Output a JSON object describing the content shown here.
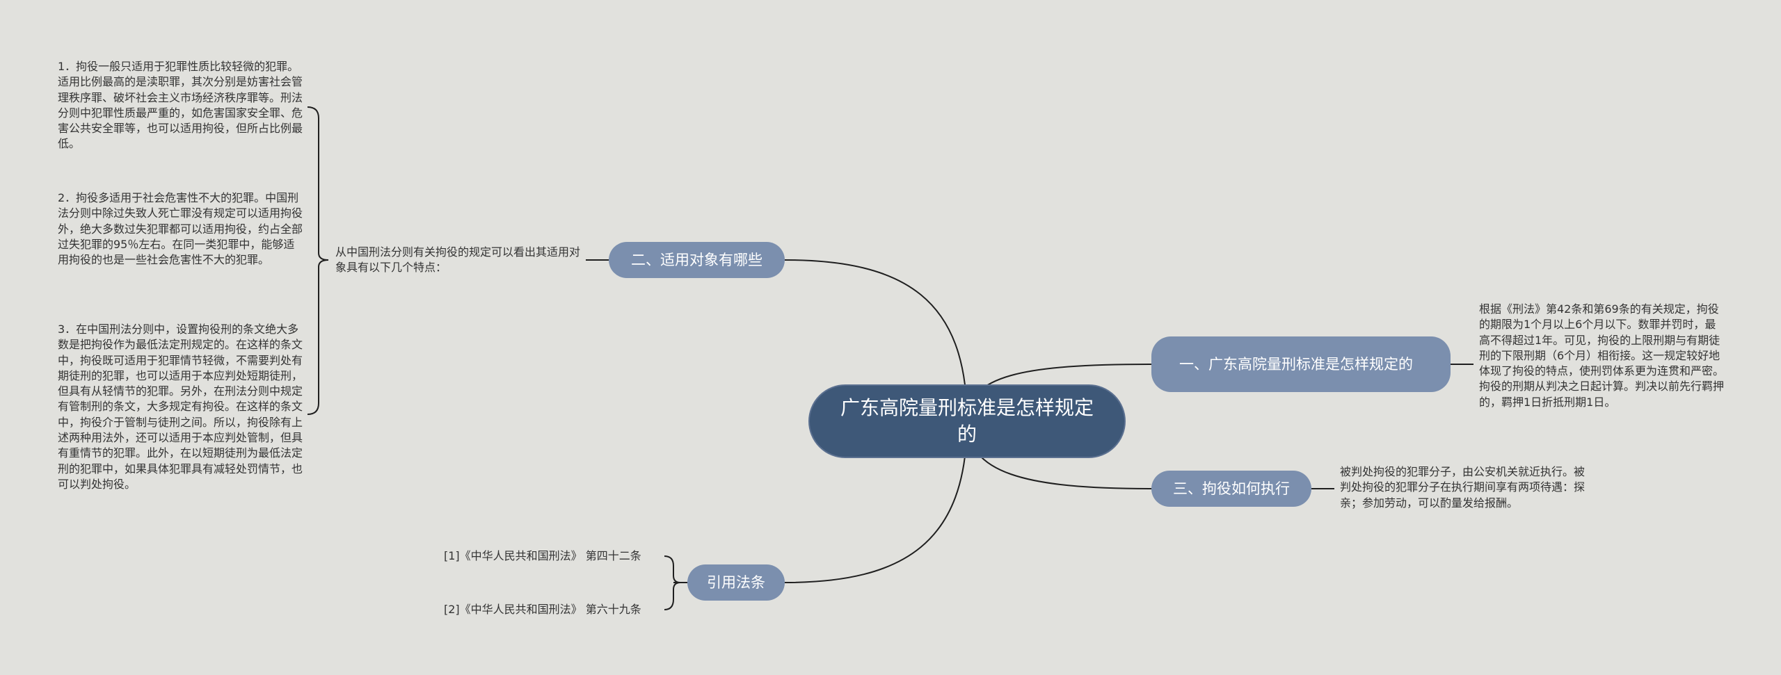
{
  "root": {
    "title": "广东高院量刑标准是怎样规定的"
  },
  "branches": {
    "section1": {
      "label": "一、广东高院量刑标准是怎样规定的",
      "detail": "根据《刑法》第42条和第69条的有关规定，拘役的期限为1个月以上6个月以下。数罪并罚时，最高不得超过1年。可见，拘役的上限刑期与有期徒刑的下限刑期（6个月）相衔接。这一规定较好地体现了拘役的特点，使刑罚体系更为连贯和严密。拘役的刑期从判决之日起计算。判决以前先行羁押的，羁押1日折抵刑期1日。"
    },
    "section2": {
      "label": "二、适用对象有哪些",
      "intro": "从中国刑法分则有关拘役的规定可以看出其适用对象具有以下几个特点：",
      "points": [
        "1．拘役一般只适用于犯罪性质比较轻微的犯罪。适用比例最高的是渎职罪，其次分别是妨害社会管理秩序罪、破坏社会主义市场经济秩序罪等。刑法分则中犯罪性质最严重的，如危害国家安全罪、危害公共安全罪等，也可以适用拘役，但所占比例最低。",
        "2．拘役多适用于社会危害性不大的犯罪。中国刑法分则中除过失致人死亡罪没有规定可以适用拘役外，绝大多数过失犯罪都可以适用拘役，约占全部过失犯罪的95％左右。在同一类犯罪中，能够适用拘役的也是一些社会危害性不大的犯罪。",
        "3．在中国刑法分则中，设置拘役刑的条文绝大多数是把拘役作为最低法定刑规定的。在这样的条文中，拘役既可适用于犯罪情节轻微，不需要判处有期徒刑的犯罪，也可以适用于本应判处短期徒刑，但具有从轻情节的犯罪。另外，在刑法分则中规定有管制刑的条文，大多规定有拘役。在这样的条文中，拘役介于管制与徒刑之间。所以，拘役除有上述两种用法外，还可以适用于本应判处管制，但具有重情节的犯罪。此外，在以短期徒刑为最低法定刑的犯罪中，如果具体犯罪具有减轻处罚情节，也可以判处拘役。"
      ]
    },
    "section3": {
      "label": "三、拘役如何执行",
      "detail": "被判处拘役的犯罪分子，由公安机关就近执行。被判处拘役的犯罪分子在执行期间享有两项待遇：探亲；参加劳动，可以酌量发给报酬。"
    },
    "citations": {
      "label": "引用法条",
      "items": [
        "[1]《中华人民共和国刑法》 第四十二条",
        "[2]《中华人民共和国刑法》 第六十九条"
      ]
    }
  },
  "colors": {
    "background": "#e1e1dd",
    "root_fill": "#3e5878",
    "branch_fill": "#7b8fae",
    "line": "#1f1f1f",
    "text": "#333333"
  }
}
